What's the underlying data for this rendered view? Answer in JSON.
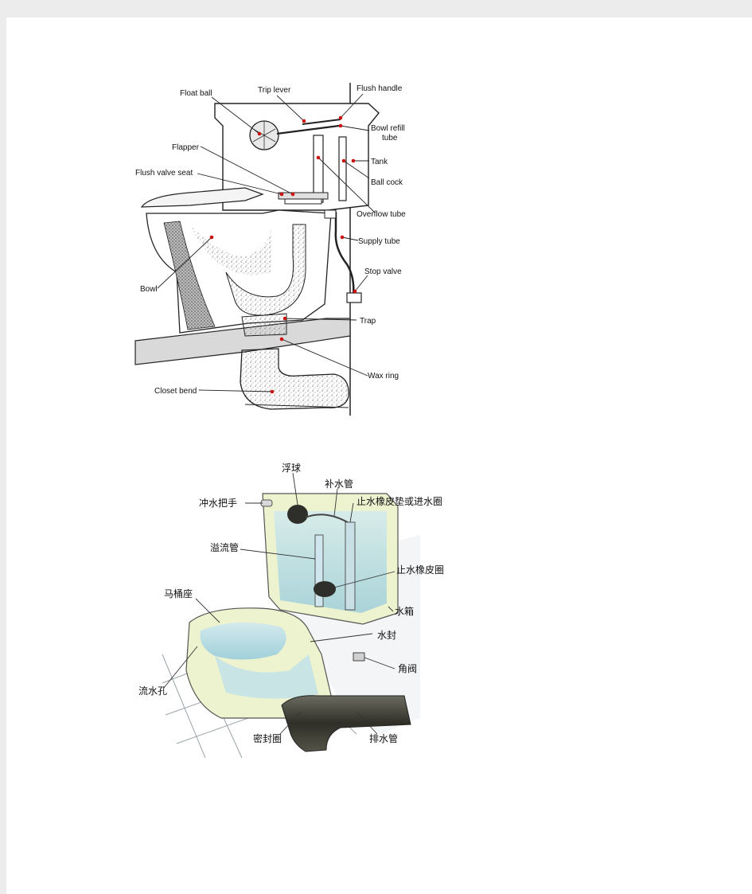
{
  "diagram_en": {
    "labels": {
      "float_ball": "Float ball",
      "trip_lever": "Trip lever",
      "flush_handle": "Flush handle",
      "bowl_refill_tube_1": "Bowl refill",
      "bowl_refill_tube_2": "tube",
      "flapper": "Flapper",
      "flush_valve_seat": "Flush valve seat",
      "tank": "Tank",
      "ball_cock": "Ball cock",
      "overflow_tube": "Overflow tube",
      "supply_tube": "Supply tube",
      "stop_valve": "Stop valve",
      "bowl": "Bowl",
      "trap": "Trap",
      "wax_ring": "Wax ring",
      "closet_bend": "Closet bend"
    },
    "colors": {
      "dot": "#cc1111",
      "line": "#111111",
      "speckle": "#888888"
    }
  },
  "diagram_cn": {
    "labels": {
      "float": "浮球",
      "refill_tube": "补水管",
      "fill_valve": "止水橡皮垫或进水圈",
      "flush_handle": "冲水把手",
      "overflow": "溢流管",
      "flapper": "止水橡皮圈",
      "seat": "马桶座",
      "tank": "水箱",
      "seal": "水封",
      "angle_valve": "角阀",
      "rim_holes": "流水孔",
      "gasket": "密封圈",
      "drain_pipe": "排水管"
    },
    "colors": {
      "water": "#a9d6e6",
      "porcelain": "#eef3cf",
      "pipe": "#3b3b33",
      "tile": "#9aa3a8"
    }
  }
}
